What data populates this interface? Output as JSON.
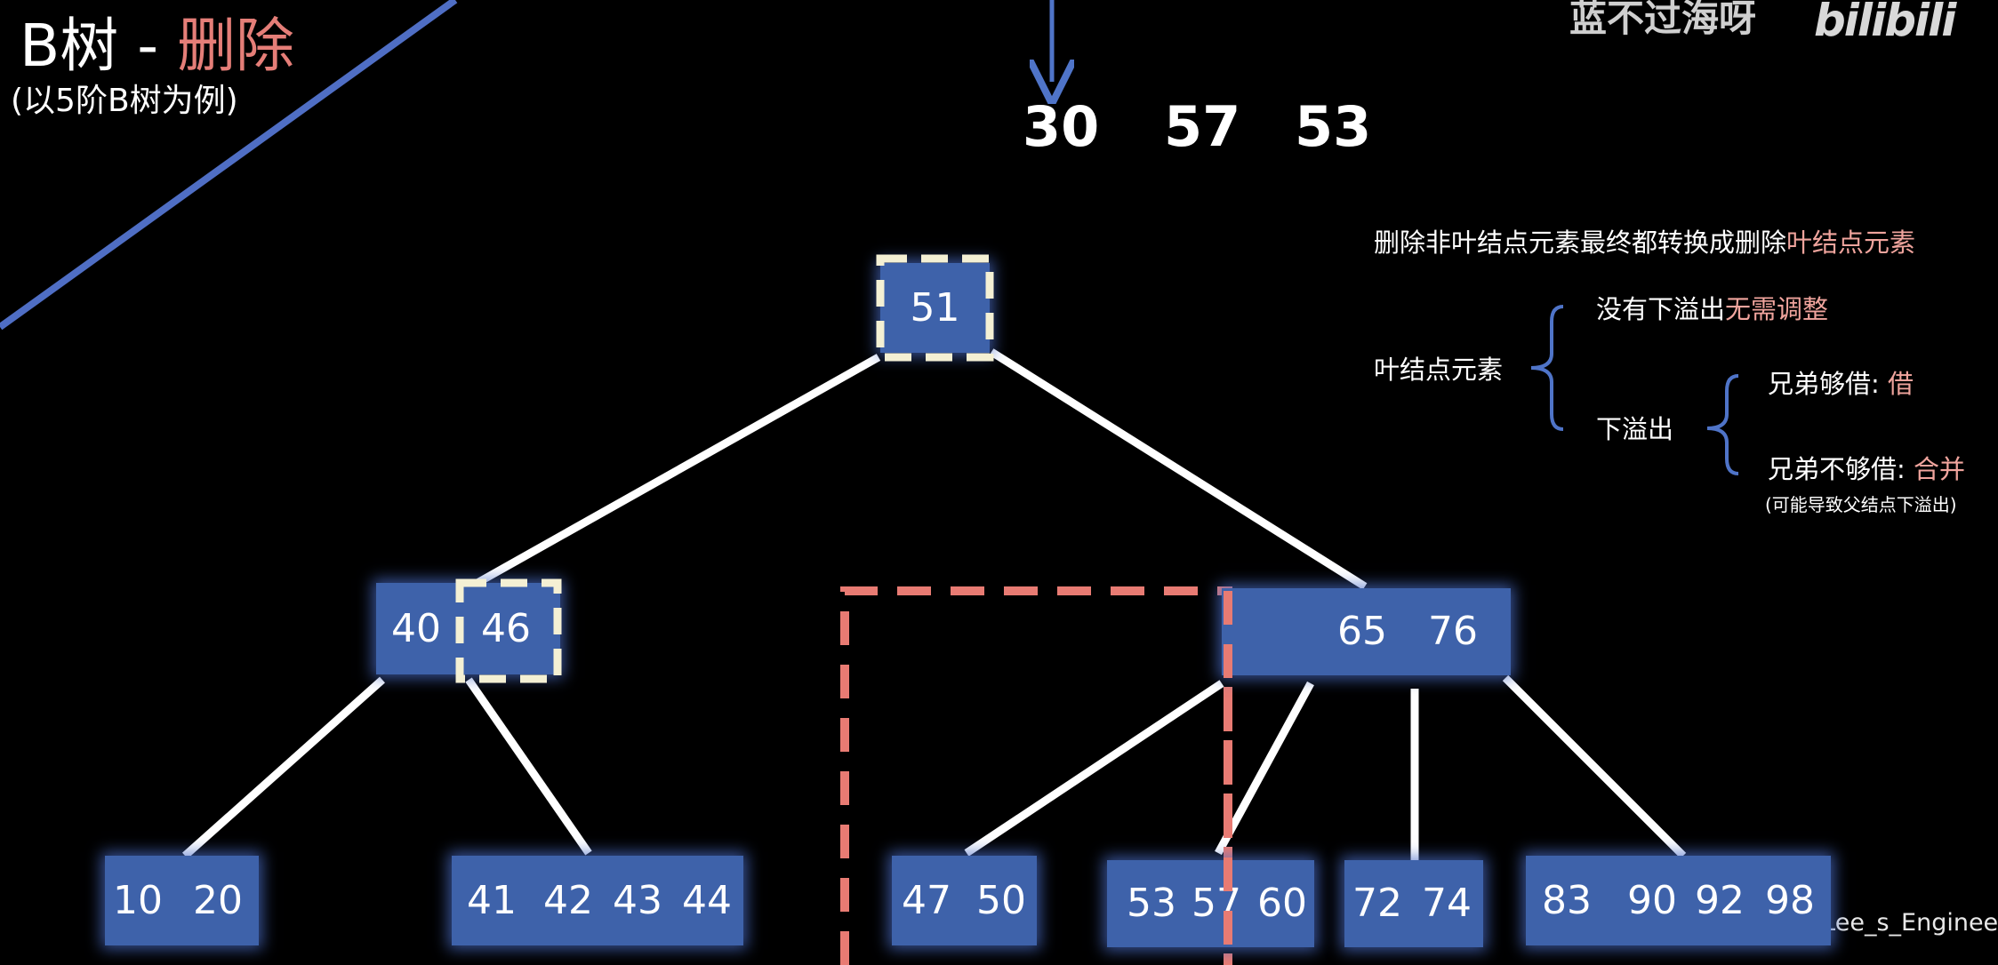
{
  "header": {
    "title_main": "B树 - ",
    "title_accent": "删除",
    "subtitle": "(以5阶B树为例)"
  },
  "delete_sequence": [
    "30",
    "57",
    "53"
  ],
  "watermark": {
    "top_text": "蓝不过海呀",
    "logo_text": "bilibili",
    "bottom_text": "掘金技术社区 @ Lee_s_Engineer"
  },
  "notes": {
    "rule_prefix": "删除非叶结点元素最终都转换成删除",
    "rule_highlight": "叶结点元素",
    "leaf_label": "叶结点元素",
    "no_underflow_prefix": "没有下溢出",
    "no_underflow_highlight": "无需调整",
    "underflow_label": "下溢出",
    "borrow_prefix": "兄弟够借: ",
    "borrow_highlight": "借",
    "merge_prefix": "兄弟不够借: ",
    "merge_highlight": "合并",
    "merge_note": "(可能导致父结点下溢出)"
  },
  "colors": {
    "background": "#000000",
    "node_fill": "#3e62aa",
    "edge": "#ffffff",
    "highlight_text": "#e57e78",
    "dashed_selection": "#f4f0d4",
    "dashed_region": "#e87b73",
    "arrow": "#4f74c8"
  },
  "tree": {
    "root": [
      "51"
    ],
    "level1": [
      [
        "40",
        "46"
      ],
      [
        "65",
        "76"
      ]
    ],
    "leaves": [
      [
        "10",
        "20"
      ],
      [
        "41",
        "42",
        "43",
        "44"
      ],
      [
        "47",
        "50"
      ],
      [
        "53",
        "57",
        "60"
      ],
      [
        "72",
        "74"
      ],
      [
        "83",
        "90",
        "92",
        "98"
      ]
    ]
  }
}
